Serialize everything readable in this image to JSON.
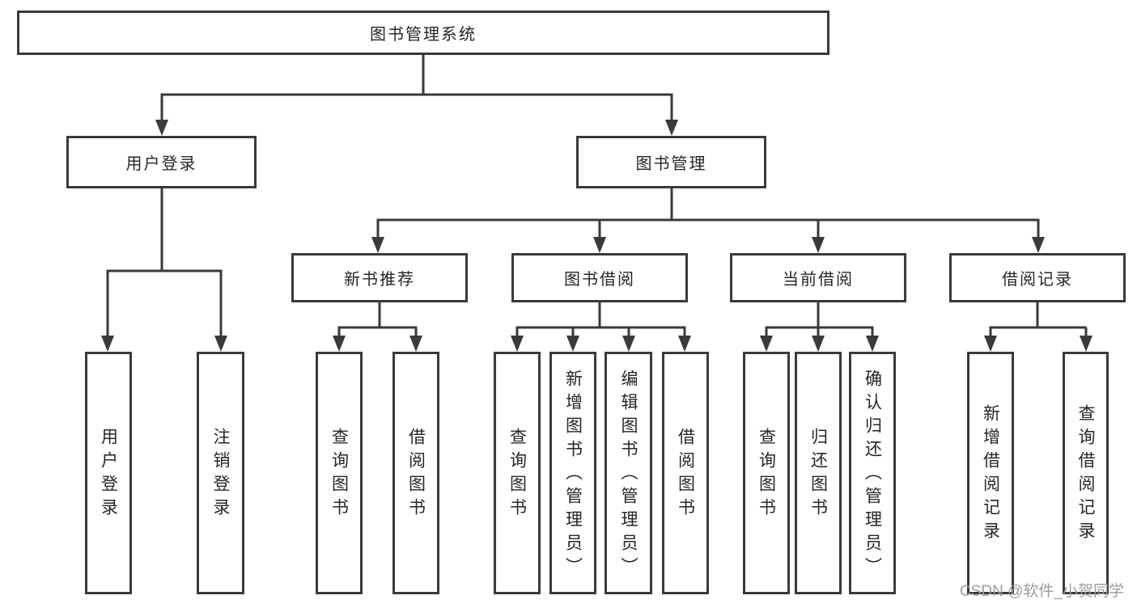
{
  "diagram": {
    "root": "图书管理系统",
    "user_login": {
      "label": "用户登录",
      "children": [
        "用户登录",
        "注销登录"
      ]
    },
    "book_mgmt": {
      "label": "图书管理",
      "sections": [
        {
          "label": "新书推荐",
          "children": [
            "查询图书",
            "借阅图书"
          ]
        },
        {
          "label": "图书借阅",
          "children": [
            "查询图书",
            "新增图书（管理员）",
            "编辑图书（管理员）",
            "借阅图书"
          ]
        },
        {
          "label": "当前借阅",
          "children": [
            "查询图书",
            "归还图书",
            "确认归还（管理员）"
          ]
        },
        {
          "label": "借阅记录",
          "children": [
            "新增借阅记录",
            "查询借阅记录"
          ]
        }
      ]
    }
  },
  "watermark": "CSDN @软件_小贺同学",
  "colors": {
    "line": "#3a3a3a",
    "text": "#262626",
    "watermark": "#9c9c9c",
    "background": "#ffffff"
  }
}
